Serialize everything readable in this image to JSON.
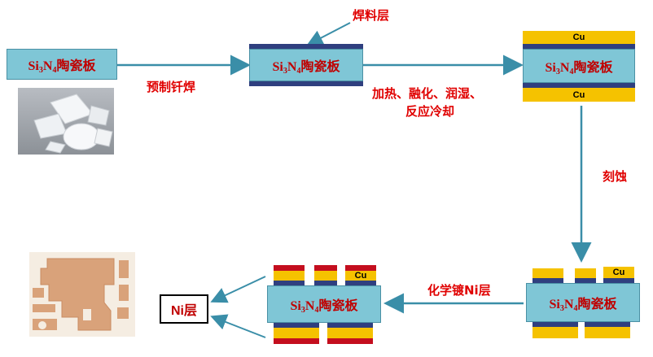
{
  "board_label_parts": {
    "si": "Si",
    "si_sub": "3",
    "n": "N",
    "n_sub": "4",
    "rest": "陶瓷板"
  },
  "steps": {
    "step1": "预制钎焊",
    "solder_layer": "焊料层",
    "step2_line1": "加热、融化、润湿、",
    "step2_line2": "反应冷却",
    "step3": "刻蚀",
    "step4": "化学镀Ni层",
    "ni_layer": "Ni层"
  },
  "cu_label": "Cu",
  "colors": {
    "board": "#7fc6d6",
    "solder": "#2f3f7f",
    "copper": "#f5c200",
    "nickel": "#c40e1e",
    "arrow": "#3a8ea8",
    "label": "#e00000"
  }
}
